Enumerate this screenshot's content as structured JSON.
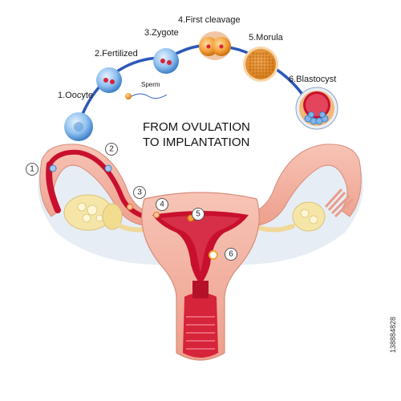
{
  "title_line1": "FROM OVULATION",
  "title_line2": "TO IMPLANTATION",
  "stages": [
    {
      "label": "1.Oocyte"
    },
    {
      "label": "2.Fertilized"
    },
    {
      "label": "3.Zygote"
    },
    {
      "label": "4.First cleavage"
    },
    {
      "label": "5.Morula"
    },
    {
      "label": "6.Blastocyst"
    }
  ],
  "sperm_label": "Sperm",
  "markers": [
    "1",
    "2",
    "3",
    "4",
    "5",
    "6"
  ],
  "side_id": "138884828",
  "colors": {
    "tissue_pink": "#f2b3a3",
    "muscle_red": "#d6243a",
    "cavity_red": "#b5122a",
    "ovary_cream": "#f5e6a8",
    "path_blue": "#2b57b8",
    "cell_blue": "#7fb5e8",
    "ligament_grey": "#dfe6ee"
  }
}
